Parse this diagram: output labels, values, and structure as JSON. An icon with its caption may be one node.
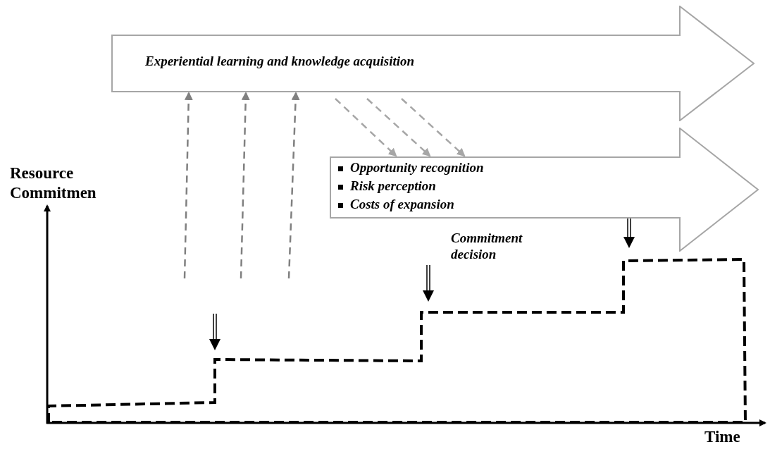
{
  "diagram": {
    "nodes": [
      {
        "text": [
          "Experiential learning and knowledge acquisition"
        ]
      },
      {
        "text": [
          "Opportunity recognition",
          "Risk perception",
          "Costs of expansion"
        ]
      }
    ],
    "edges": [
      {
        "from": null,
        "to": 0,
        "arrow": "to",
        "style": "dashed",
        "color": "#808080"
      },
      {
        "from": null,
        "to": 0,
        "arrow": "to",
        "style": "dashed",
        "color": "#808080"
      },
      {
        "from": null,
        "to": 0,
        "arrow": "to",
        "style": "dashed",
        "color": "#808080"
      },
      {
        "from": 0,
        "to": 1,
        "arrow": "to",
        "style": "dashed",
        "color": "#a6a6a6"
      },
      {
        "from": 0,
        "to": 1,
        "arrow": "to",
        "style": "dashed",
        "color": "#a6a6a6"
      },
      {
        "from": 0,
        "to": 1,
        "arrow": "to",
        "style": "dashed",
        "color": "#a6a6a6"
      }
    ],
    "labels": [
      "Resource Commitmen",
      "Commitment decision",
      "Time"
    ]
  }
}
